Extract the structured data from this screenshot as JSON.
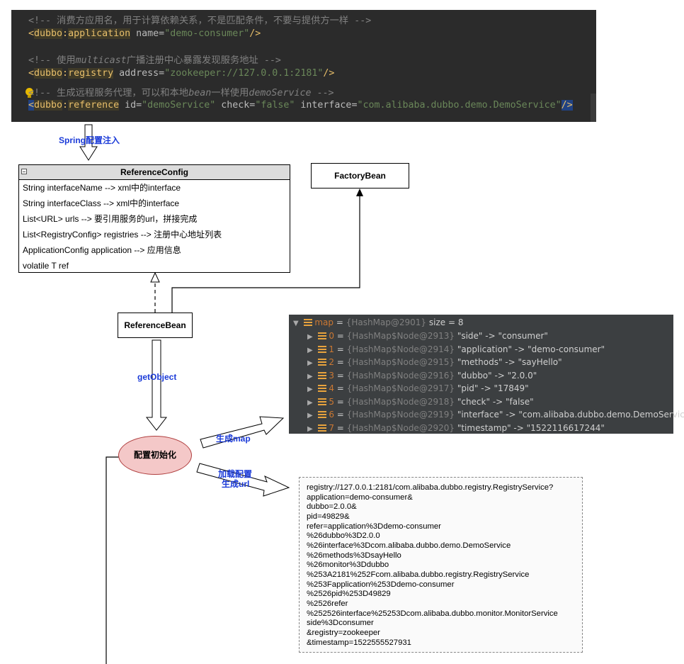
{
  "code_panel": {
    "line1_comment": "<!-- 消费方应用名，用于计算依赖关系，不是匹配条件，不要与提供方一样 -->",
    "line2": {
      "open": "<",
      "ns": "dubbo",
      "tag": "application",
      "attr": "name",
      "value": "\"demo-consumer\"",
      "close": "/>"
    },
    "line3_comment_a": "<!-- 使用",
    "line3_comment_em": "multicast",
    "line3_comment_b": "广播注册中心暴露发现服务地址 -->",
    "line4": {
      "open": "<",
      "ns": "dubbo",
      "tag": "registry",
      "attr": "address",
      "value": "\"zookeeper://127.0.0.1:2181\"",
      "close": "/>"
    },
    "line5_comment_a": "<!-- 生成远程服务代理，可以和本地",
    "line5_comment_em1": "bean",
    "line5_comment_b": "一样使用",
    "line5_comment_em2": "demoService",
    "line5_comment_c": " -->",
    "line6": {
      "open": "<",
      "ns": "dubbo",
      "tag": "reference",
      "attr1": "id",
      "value1": "\"demoService\"",
      "attr2": "check",
      "value2": "\"false\"",
      "attr3": "interface",
      "value3": "\"com.alibaba.dubbo.demo.DemoService\"",
      "close": "/>"
    }
  },
  "labels": {
    "spring_inject": "Spring配置注入",
    "get_object": "getObject",
    "gen_map": "生成map",
    "load_config_1": "加载配置",
    "load_config_2": "生成url",
    "config_init": "配置初始化"
  },
  "reference_config": {
    "title": "ReferenceConfig",
    "fields": [
      "String interfaceName  --> xml中的interface",
      "String interfaceClass --> xml中的interface",
      "List<URL> urls --> 要引用服务的url，拼接完成",
      "List<RegistryConfig> registries --> 注册中心地址列表",
      "ApplicationConfig application --> 应用信息",
      "volatile T ref"
    ]
  },
  "factory_bean": {
    "title": "FactoryBean"
  },
  "reference_bean": {
    "title": "ReferenceBean"
  },
  "debugger": {
    "root": {
      "name": "map",
      "type": "{HashMap@2901}",
      "size": "size = 8"
    },
    "entries": [
      {
        "index": "0",
        "node": "{HashMap$Node@2913}",
        "kv": "\"side\" -> \"consumer\""
      },
      {
        "index": "1",
        "node": "{HashMap$Node@2914}",
        "kv": "\"application\" -> \"demo-consumer\""
      },
      {
        "index": "2",
        "node": "{HashMap$Node@2915}",
        "kv": "\"methods\" -> \"sayHello\""
      },
      {
        "index": "3",
        "node": "{HashMap$Node@2916}",
        "kv": "\"dubbo\" -> \"2.0.0\""
      },
      {
        "index": "4",
        "node": "{HashMap$Node@2917}",
        "kv": "\"pid\" -> \"17849\""
      },
      {
        "index": "5",
        "node": "{HashMap$Node@2918}",
        "kv": "\"check\" -> \"false\""
      },
      {
        "index": "6",
        "node": "{HashMap$Node@2919}",
        "kv": "\"interface\" -> \"com.alibaba.dubbo.demo.DemoService\""
      },
      {
        "index": "7",
        "node": "{HashMap$Node@2920}",
        "kv": "\"timestamp\" -> \"1522116617244\""
      }
    ]
  },
  "url_lines": [
    "registry://127.0.0.1:2181/com.alibaba.dubbo.registry.RegistryService?",
    "application=demo-consumer&",
    "dubbo=2.0.0&",
    "pid=49829&",
    "refer=application%3Ddemo-consumer",
    "%26dubbo%3D2.0.0",
    "%26interface%3Dcom.alibaba.dubbo.demo.DemoService",
    "%26methods%3DsayHello",
    "%26monitor%3Ddubbo",
    "%253A2181%252Fcom.alibaba.dubbo.registry.RegistryService",
    "%253Fapplication%253Ddemo-consumer",
    "%2526pid%253D49829",
    "%2526refer",
    "%252526interface%25253Dcom.alibaba.dubbo.monitor.MonitorService",
    "side%3Dconsumer",
    "&registry=zookeeper",
    "&timestamp=1522555527931"
  ]
}
